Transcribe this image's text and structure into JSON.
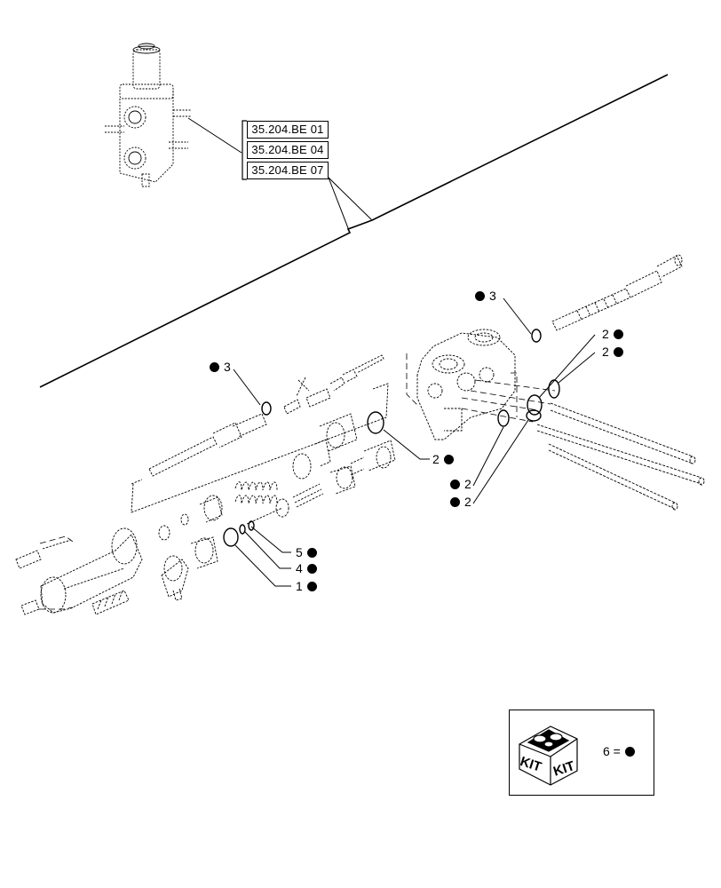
{
  "references": [
    "35.204.BE 01",
    "35.204.BE 04",
    "35.204.BE 07"
  ],
  "callouts": [
    {
      "id": "c3-top-right",
      "num": "3",
      "dot": true
    },
    {
      "id": "c3-left",
      "num": "3",
      "dot": true
    },
    {
      "id": "c2-a",
      "num": "2",
      "dot": true
    },
    {
      "id": "c2-b",
      "num": "2",
      "dot": true
    },
    {
      "id": "c2-c",
      "num": "2",
      "dot": true
    },
    {
      "id": "c2-d",
      "num": "2",
      "dot": true
    },
    {
      "id": "c2-e",
      "num": "2",
      "dot": true
    },
    {
      "id": "c5",
      "num": "5",
      "dot": true
    },
    {
      "id": "c4",
      "num": "4",
      "dot": true
    },
    {
      "id": "c1",
      "num": "1",
      "dot": true
    }
  ],
  "kit": {
    "label_left": "KIT",
    "label_right": "KIT",
    "equation_prefix": "6 ="
  }
}
